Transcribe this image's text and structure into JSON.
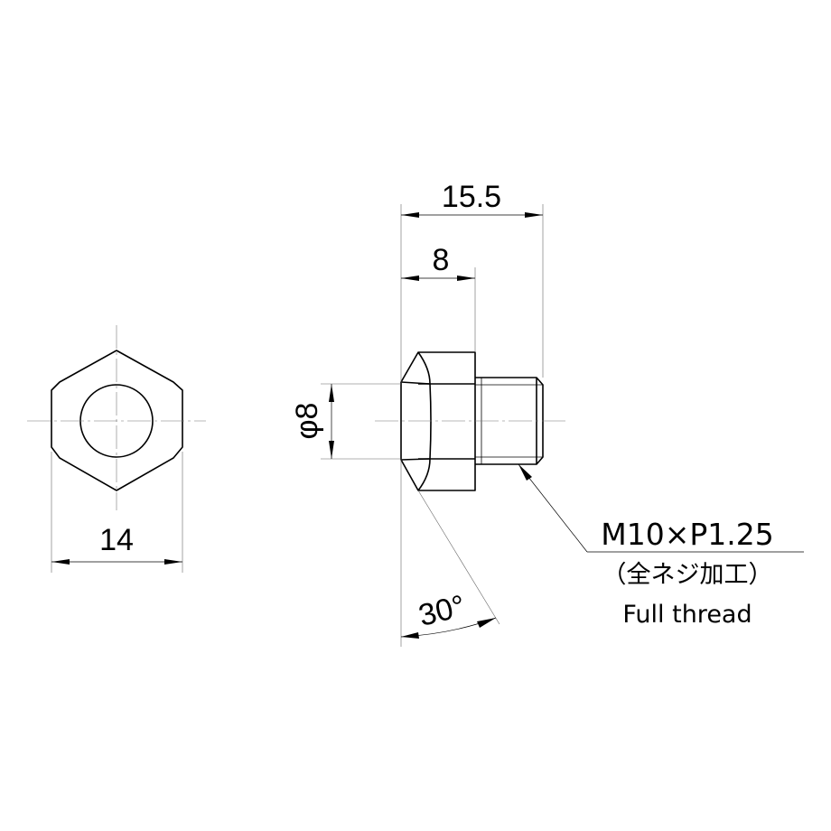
{
  "dimensions": {
    "across_flats": "14",
    "overall_length": "15.5",
    "head_length": "8",
    "head_diameter": "φ8",
    "chamfer_angle": "30°"
  },
  "thread_note": {
    "spec": "M10×P1.25",
    "japanese": "（全ネジ加工）",
    "english": "Full thread"
  }
}
